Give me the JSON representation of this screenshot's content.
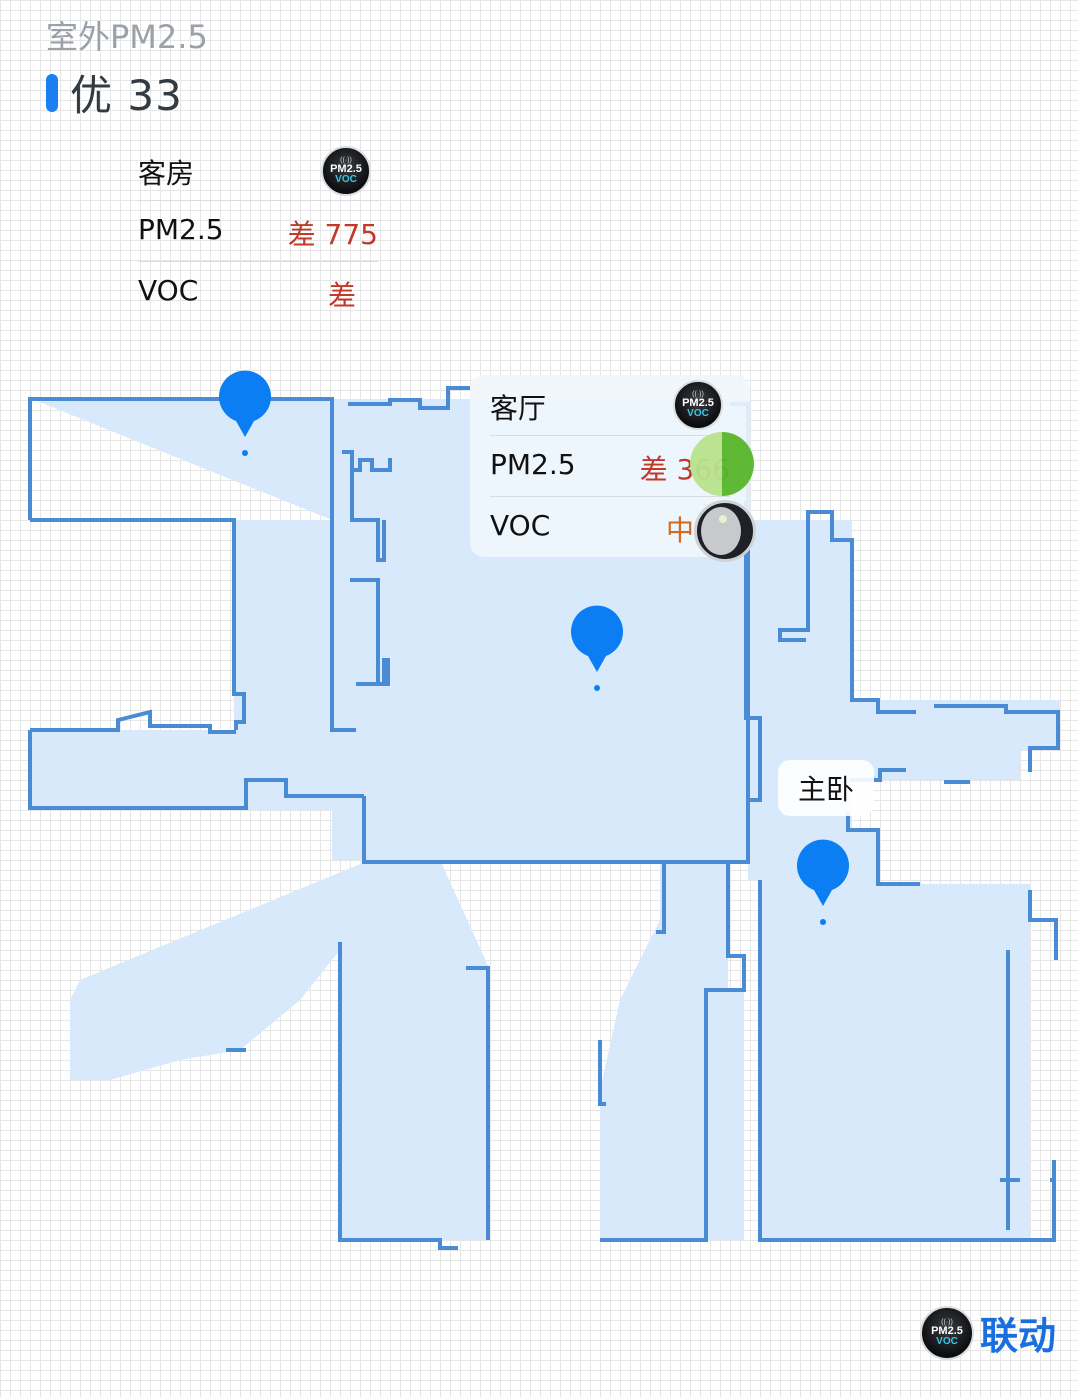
{
  "outdoor": {
    "label": "室外PM2.5",
    "value": "优 33",
    "accent": "#1a7ff0"
  },
  "rooms": [
    {
      "name": "客房",
      "pm_label": "PM2.5",
      "pm_value": "差 775",
      "voc_label": "VOC",
      "voc_value": "差"
    },
    {
      "name": "客厅",
      "pm_label": "PM2.5",
      "pm_value": "差 366",
      "voc_label": "VOC",
      "voc_value": "中"
    }
  ],
  "room_labels": [
    "主卧"
  ],
  "sensor_badge": {
    "line1": "PM2.5",
    "line2": "VOC",
    "icon": "wifi-icon"
  },
  "link": {
    "label": "联动"
  },
  "colors": {
    "wall": "#4a8bd6",
    "floor": "#d8e9fb",
    "pin": "#0a7ef2",
    "bad": "#c0392b",
    "mid": "#d2691e"
  }
}
